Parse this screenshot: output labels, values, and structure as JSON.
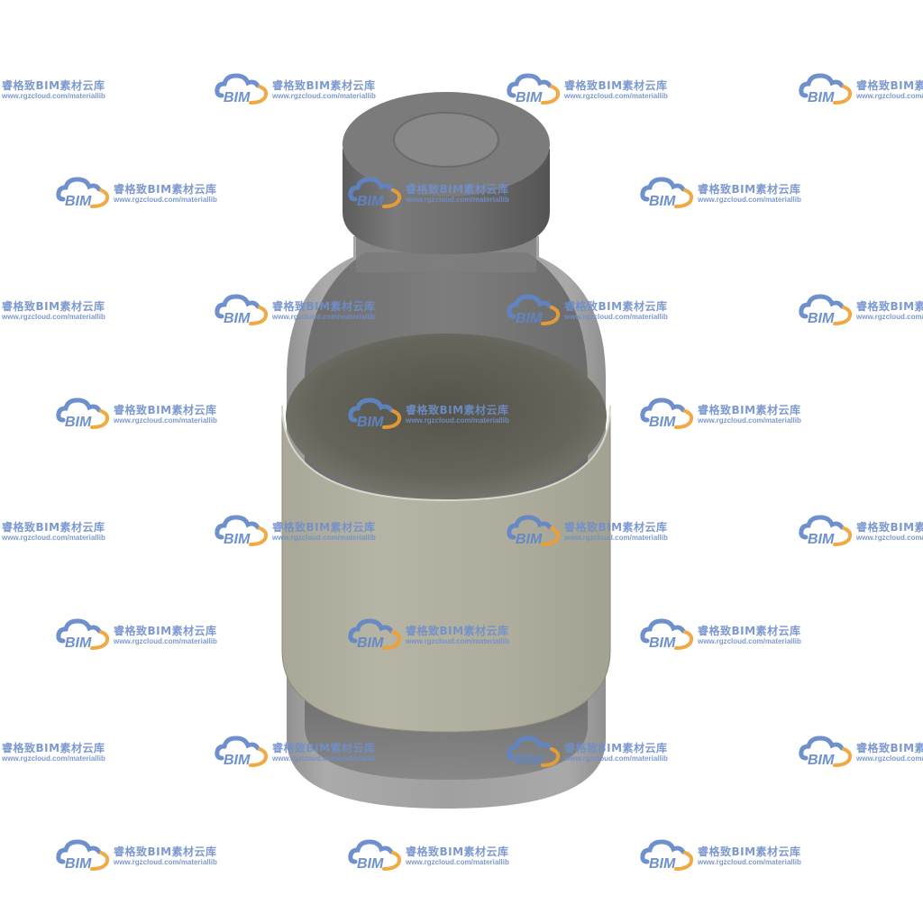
{
  "watermark": {
    "logo_text": "BIM",
    "title": "睿格致BIM素材云库",
    "url": "www.rgzcloud.com/materiallib"
  },
  "colors": {
    "background": "#ffffff",
    "cap": "#6b6b6b",
    "glass": "#9a9a9a",
    "liquid": "#6a6a60",
    "label": "#b0ad9c",
    "watermark_blue": "#5f86c9",
    "watermark_orange": "#f0a030"
  }
}
